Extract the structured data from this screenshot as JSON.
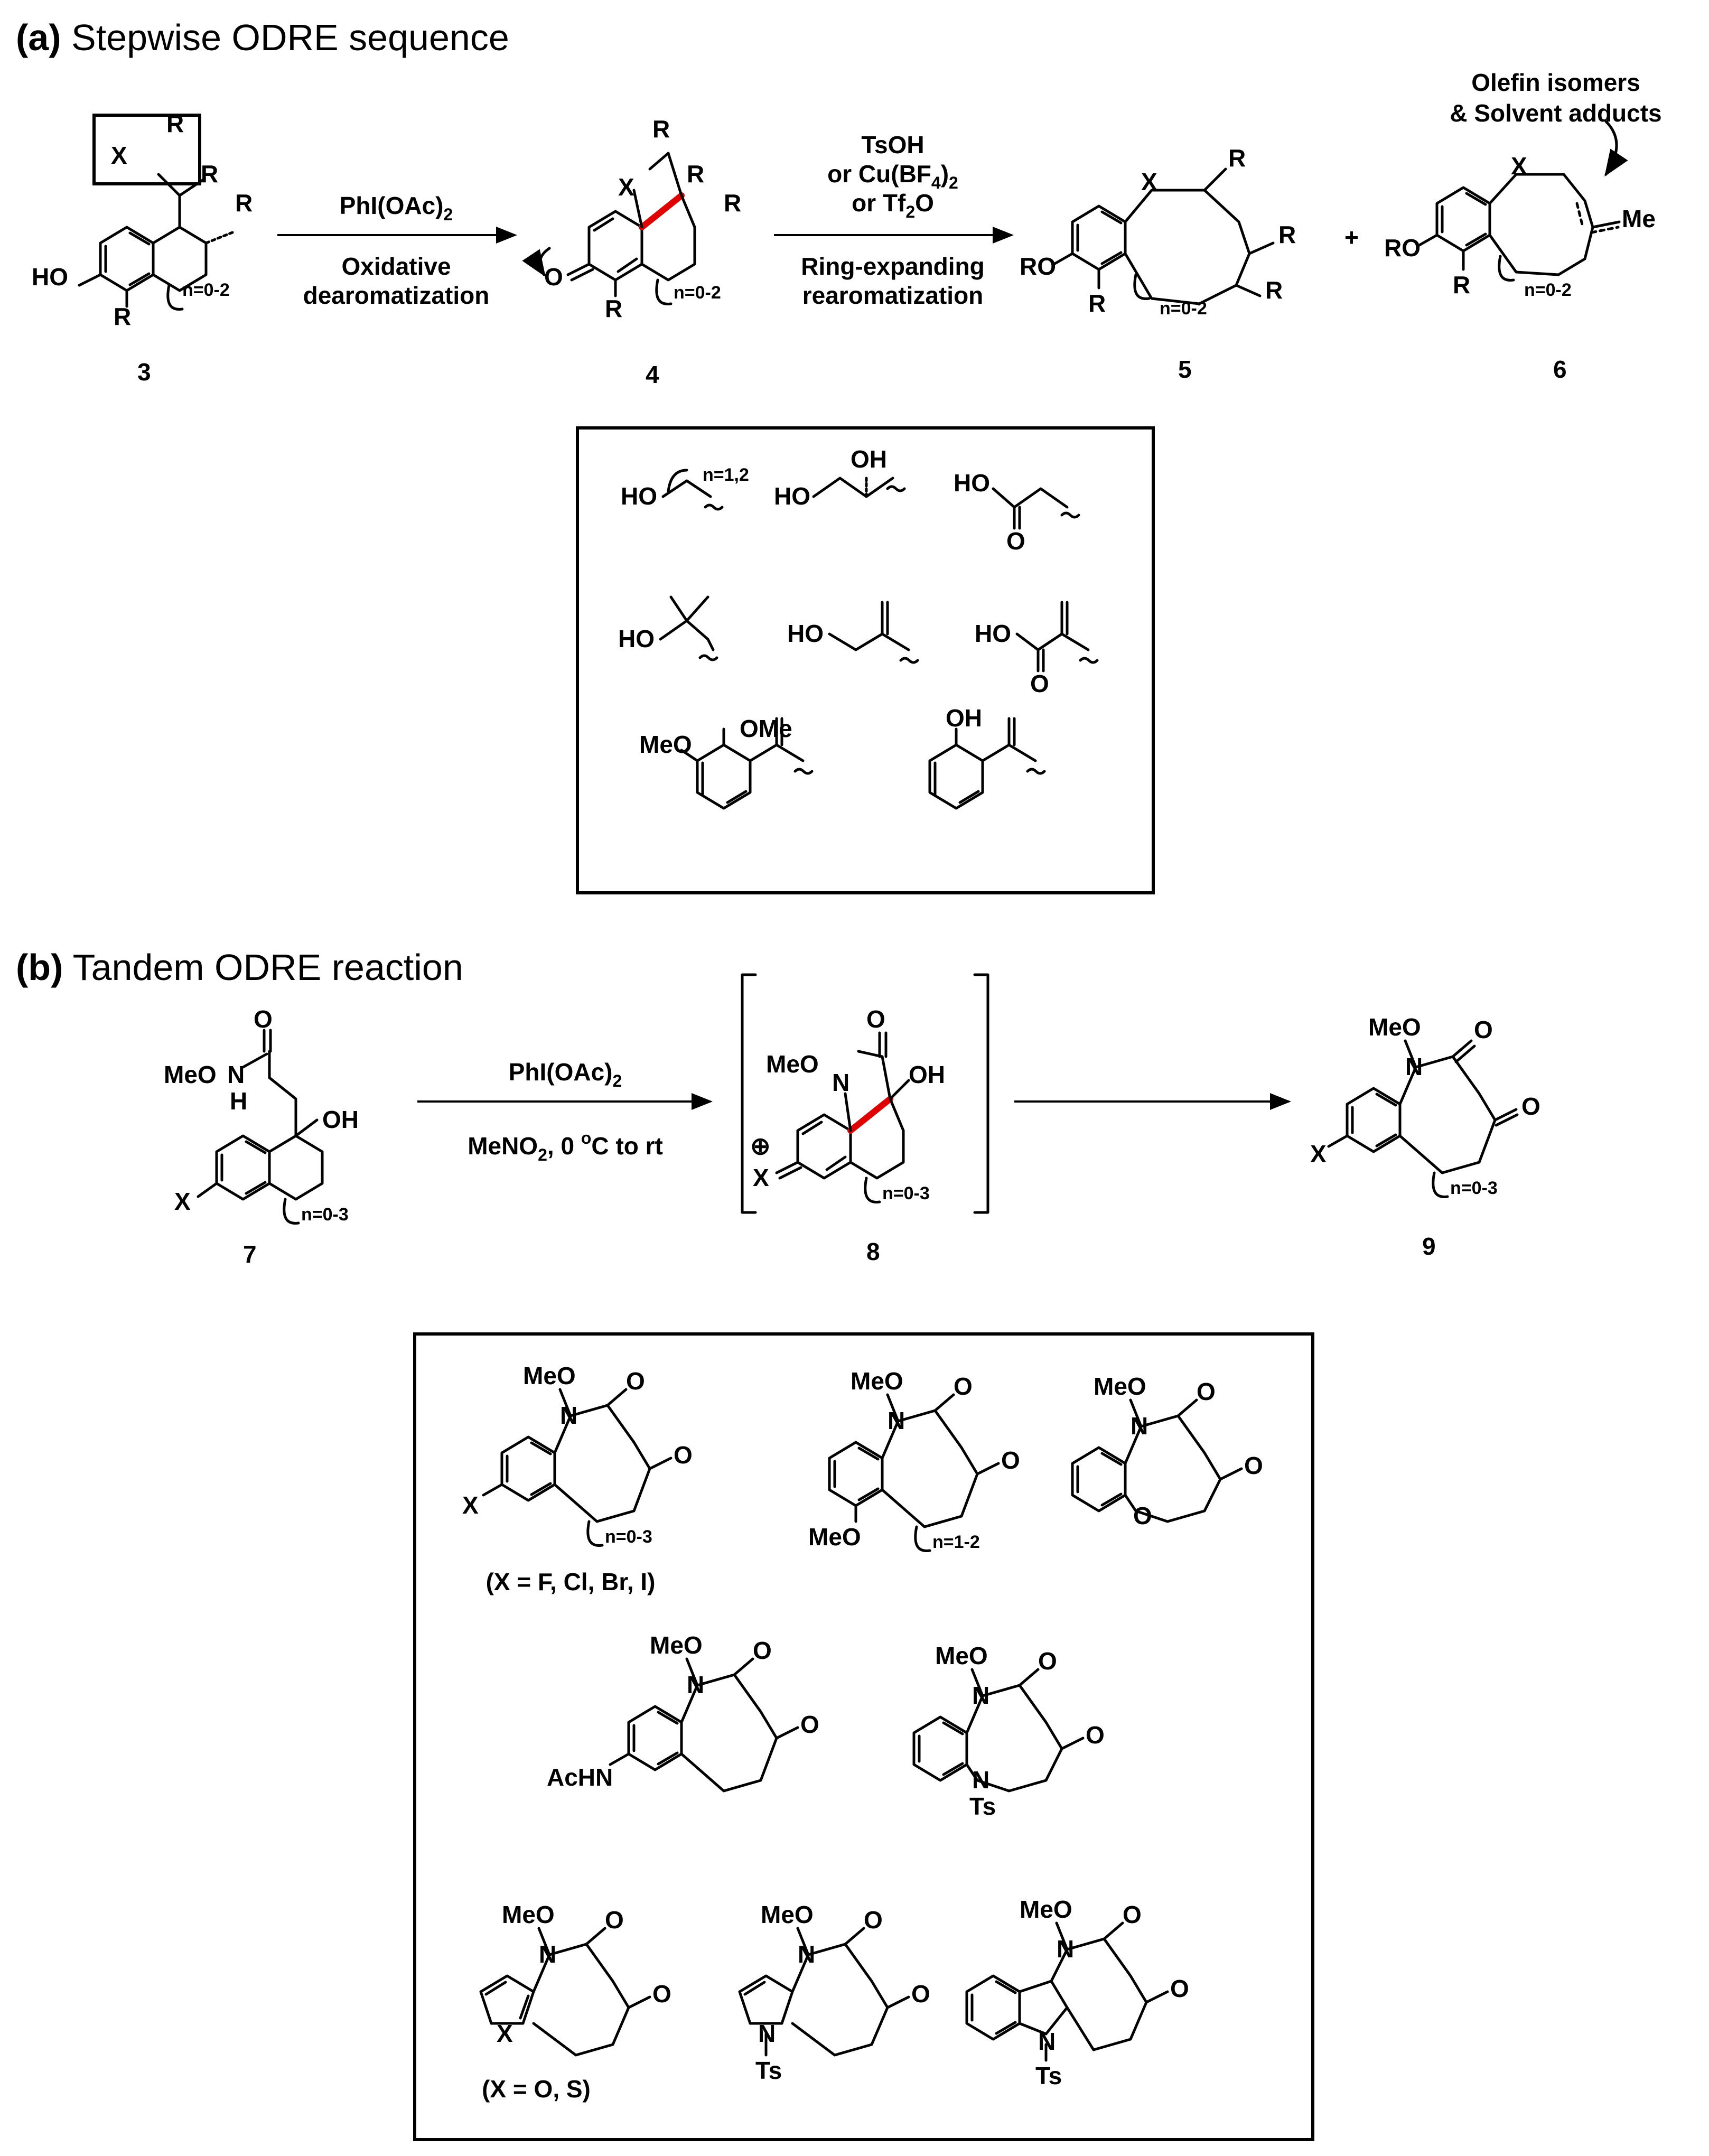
{
  "panel_a": {
    "letter": "(a)",
    "title": "Stepwise ODRE sequence",
    "step1": {
      "reagent": "PhI(OAc)",
      "reagent_sub": "2",
      "label_line1": "Oxidative",
      "label_line2": "dearomatization"
    },
    "step2": {
      "reagent1": "TsOH",
      "reagent2": "or Cu(BF",
      "reagent2_sub": "4",
      "reagent2_end": ")",
      "reagent2_sub2": "2",
      "reagent3": "or Tf",
      "reagent3_sub": "2",
      "reagent3_end": "O",
      "label_line1": "Ring-expanding",
      "label_line2": "rearomatization"
    },
    "plus": "+",
    "note_line1": "Olefin isomers",
    "note_line2": "& Solvent adducts",
    "compounds": [
      "3",
      "4",
      "5",
      "6"
    ],
    "atoms": {
      "HO": "HO",
      "RO": "RO",
      "R": "R",
      "X": "X",
      "O": "O",
      "Me": "Me",
      "n02": "n=0-2"
    },
    "box": {
      "n12": "n=1,2",
      "HO": "HO",
      "OH": "OH",
      "O": "O",
      "OMe": "OMe",
      "MeO": "MeO"
    }
  },
  "panel_b": {
    "letter": "(b)",
    "title": "Tandem ODRE reaction",
    "reagent": "PhI(OAc)",
    "reagent_sub": "2",
    "cond_part1": "MeNO",
    "cond_sub": "2",
    "cond_part2": ", 0 ",
    "cond_sup": "o",
    "cond_part3": "C to rt",
    "compounds": [
      "7",
      "8",
      "9"
    ],
    "atoms": {
      "MeO": "MeO",
      "N": "N",
      "H": "H",
      "O": "O",
      "OH": "OH",
      "X": "X",
      "n03": "n=0-3",
      "plus": "⊕"
    },
    "box": {
      "x_caption1": "(X = F, Cl, Br, I)",
      "x_caption2": "(X = O, S)",
      "n03": "n=0-3",
      "n12": "n=1-2",
      "MeO": "MeO",
      "N": "N",
      "O": "O",
      "X": "X",
      "AcHN": "AcHN",
      "Ts": "Ts"
    }
  }
}
